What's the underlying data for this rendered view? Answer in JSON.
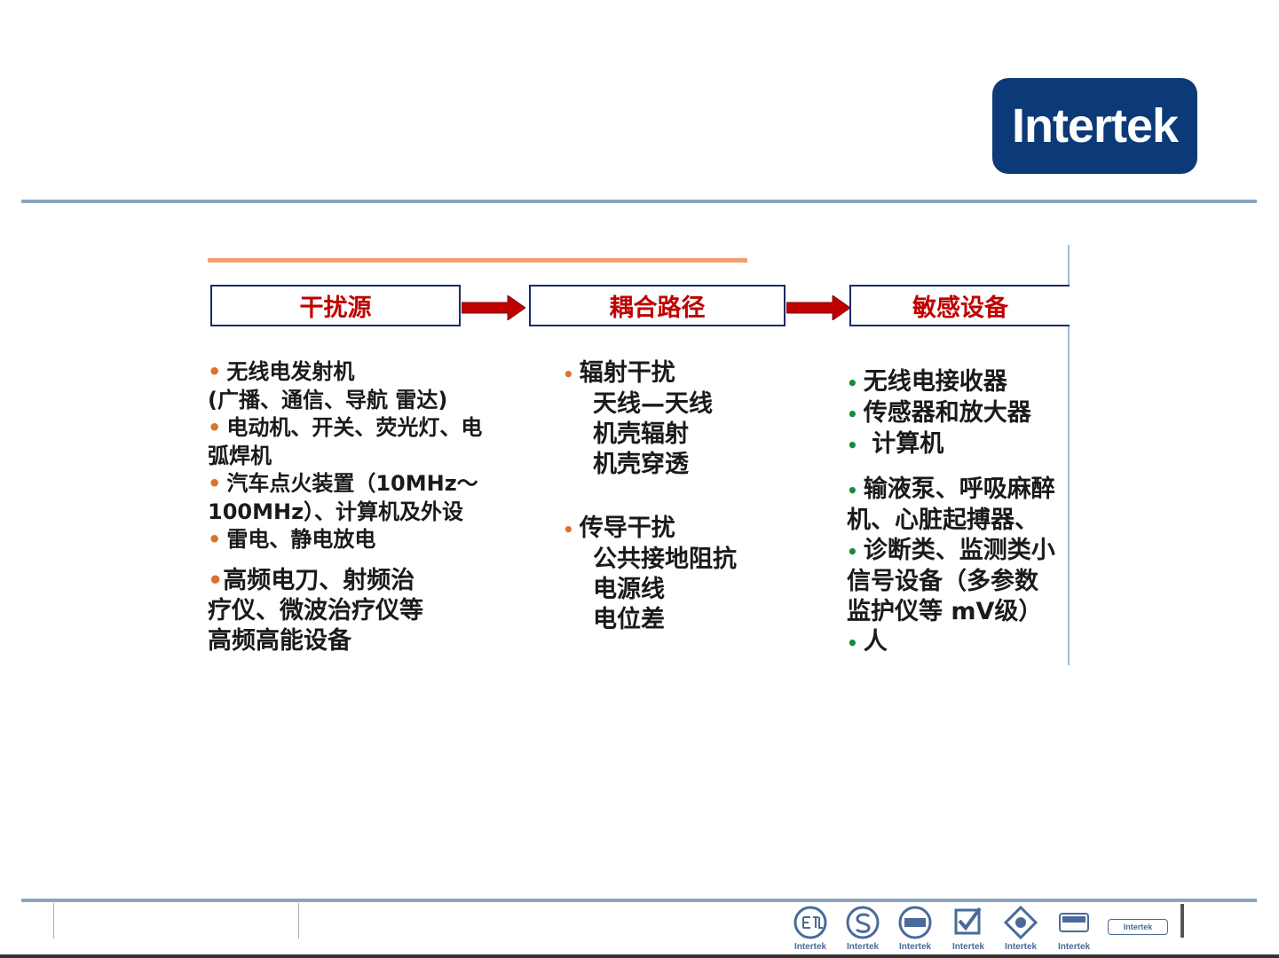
{
  "logo": {
    "text": "Intertek"
  },
  "flow": {
    "boxes": [
      "干扰源",
      "耦合路径",
      "敏感设备"
    ]
  },
  "sources": {
    "items": [
      {
        "bullet": true,
        "text": "无线电发射机"
      },
      {
        "bullet": false,
        "text": "(广播、通信、导航  雷达)"
      },
      {
        "bullet": true,
        "text": "电动机、开关、荧光灯、电"
      },
      {
        "bullet": false,
        "text": "弧焊机"
      },
      {
        "bullet": true,
        "text": "汽车点火装置（10MHz～"
      },
      {
        "bullet": false,
        "text": "100MHz）、计算机及外设"
      },
      {
        "bullet": true,
        "text": "雷电、静电放电"
      },
      {
        "bullet": true,
        "text": "高频电刀、射频治"
      },
      {
        "bullet": false,
        "text": "疗仪、微波治疗仪等"
      },
      {
        "bullet": false,
        "text": "高频高能设备"
      }
    ]
  },
  "paths": {
    "radiated": {
      "title": "辐射干扰",
      "items": [
        "天线—天线",
        "机壳辐射",
        "机壳穿透"
      ]
    },
    "conducted": {
      "title": "传导干扰",
      "items": [
        "公共接地阻抗",
        "电源线",
        "电位差"
      ]
    }
  },
  "sensitive": {
    "items": [
      {
        "bullet": true,
        "text": "无线电接收器"
      },
      {
        "bullet": true,
        "text": "传感器和放大器"
      },
      {
        "bullet": true,
        "text": " 计算机"
      },
      {
        "bullet": true,
        "text": "输液泵、呼吸麻醉"
      },
      {
        "bullet": false,
        "text": "机、心脏起搏器、"
      },
      {
        "bullet": true,
        "text": "诊断类、监测类小"
      },
      {
        "bullet": false,
        "text": "信号设备（多参数"
      },
      {
        "bullet": false,
        "text": "监护仪等 mV级）"
      },
      {
        "bullet": true,
        "text": "人"
      }
    ]
  },
  "footer": {
    "certs": [
      {
        "icon": "etl-icon",
        "label": "Intertek"
      },
      {
        "icon": "s-mark-icon",
        "label": "Intertek"
      },
      {
        "icon": "warnock-hersey-icon",
        "label": "Intertek"
      },
      {
        "icon": "quality-check-icon",
        "label": "Intertek"
      },
      {
        "icon": "asta-icon",
        "label": "Intertek"
      },
      {
        "icon": "beab-approved-icon",
        "label": "Intertek"
      }
    ],
    "last_logo": "Intertek"
  },
  "colors": {
    "brand_blue": "#0c3a78",
    "box_text_red": "#c00000",
    "arrow_red": "#c00000",
    "bullet_orange": "#e07030",
    "bullet_green": "#1a8a3a"
  }
}
